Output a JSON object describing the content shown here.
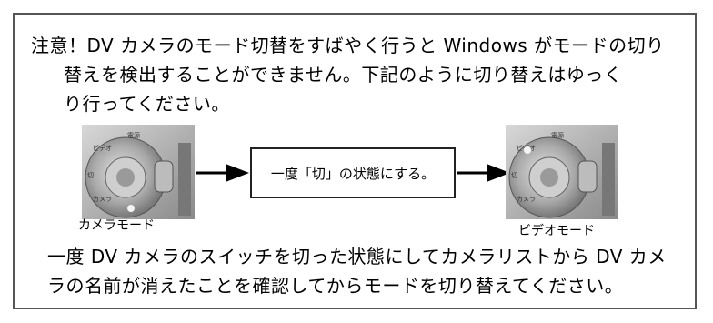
{
  "notice": {
    "line1": "注意！DV カメラのモード切替をすばやく行うと Windows がモードの切り",
    "line2": "替えを検出することができません。下記のように切り替えはゆっく",
    "line3": "り行ってください。"
  },
  "diagram": {
    "left_caption": "カメラモード",
    "right_caption": "ビデオモード",
    "middle_box": "一度「切」の状態にする。",
    "camera_dial_labels": [
      "電源",
      "ビデオ",
      "切",
      "カメラ"
    ]
  },
  "instruction": {
    "line1": "一度 DV カメラのスイッチを切った状態にしてカメラリストから DV カメ",
    "line2": "ラの名前が消えたことを確認してからモードを切り替えてください。"
  }
}
